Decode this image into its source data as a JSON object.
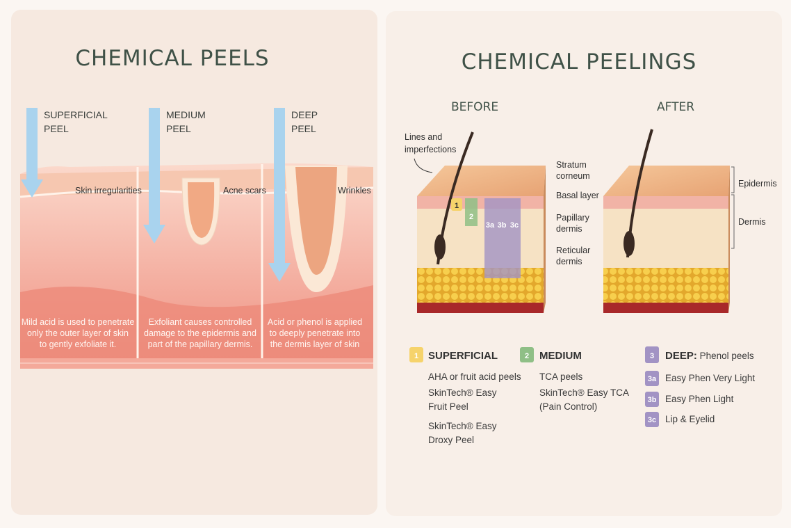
{
  "left": {
    "title": "CHEMICAL PEELS",
    "columns": [
      {
        "peel_line1": "SUPERFICIAL",
        "peel_line2": "PEEL",
        "feature": "Skin irregularities",
        "desc": [
          "Mild acid is used to penetrate",
          "only the outer layer of skin",
          "to gently exfoliate it."
        ]
      },
      {
        "peel_line1": "MEDIUM",
        "peel_line2": "PEEL",
        "feature": "Acne scars",
        "desc": [
          "Exfoliant causes controlled",
          "damage to the epidermis and",
          "part of the papillary dermis."
        ]
      },
      {
        "peel_line1": "DEEP",
        "peel_line2": "PEEL",
        "feature": "Wrinkles",
        "desc": [
          "Acid or phenol is applied",
          "to deeply penetrate into",
          "the dermis layer of skin"
        ]
      }
    ]
  },
  "right": {
    "title": "CHEMICAL PEELINGS",
    "before_label": "BEFORE",
    "after_label": "AFTER",
    "callout": [
      "Lines and",
      "imperfections"
    ],
    "before_layers": {
      "stratum": [
        "Stratum",
        "corneum"
      ],
      "basal": "Basal layer",
      "papillary": [
        "Papillary",
        "dermis"
      ],
      "reticular": [
        "Reticular",
        "dermis"
      ]
    },
    "after_layers": {
      "epidermis": "Epidermis",
      "dermis": "Dermis"
    },
    "markers": [
      "1",
      "2",
      "3a",
      "3b",
      "3c"
    ],
    "legend": {
      "superficial": {
        "badge": "1",
        "title": "SUPERFICIAL",
        "color": "#f6d36b",
        "items": [
          "AHA or fruit acid peels",
          "SkinTech® Easy",
          "Fruit Peel",
          "SkinTech® Easy",
          "Droxy Peel"
        ]
      },
      "medium": {
        "badge": "2",
        "title": "MEDIUM",
        "color": "#8fbf86",
        "items": [
          "TCA peels",
          "SkinTech® Easy TCA",
          "(Pain Control)"
        ]
      },
      "deep": {
        "badge": "3",
        "title": "DEEP:",
        "title_rest": " Phenol peels",
        "color": "#a293c4",
        "items": [
          {
            "badge": "3a",
            "label": "Easy Phen Very Light"
          },
          {
            "badge": "3b",
            "label": "Easy Phen Light"
          },
          {
            "badge": "3c",
            "label": "Lip & Eyelid"
          }
        ]
      }
    }
  }
}
